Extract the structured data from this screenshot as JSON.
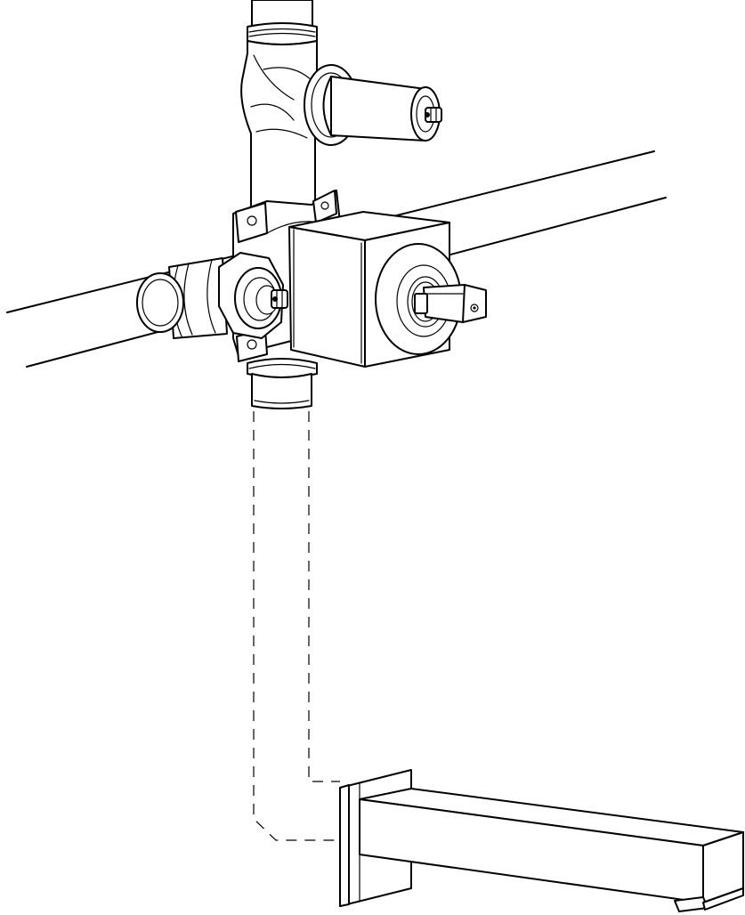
{
  "diagram": {
    "kind": "line-art installation drawing",
    "stroke_color": "#000000",
    "background_color": "#ffffff",
    "components": [
      "vertical-supply-pipe",
      "upper-plugged-outlet",
      "horizontal-mounting-rails",
      "valve-body",
      "left-inlet-cap",
      "hex-union-nut",
      "square-plaster-guard",
      "valve-stem",
      "lower-outlet-nipple",
      "dashed-connection-path",
      "tub-spout"
    ]
  }
}
